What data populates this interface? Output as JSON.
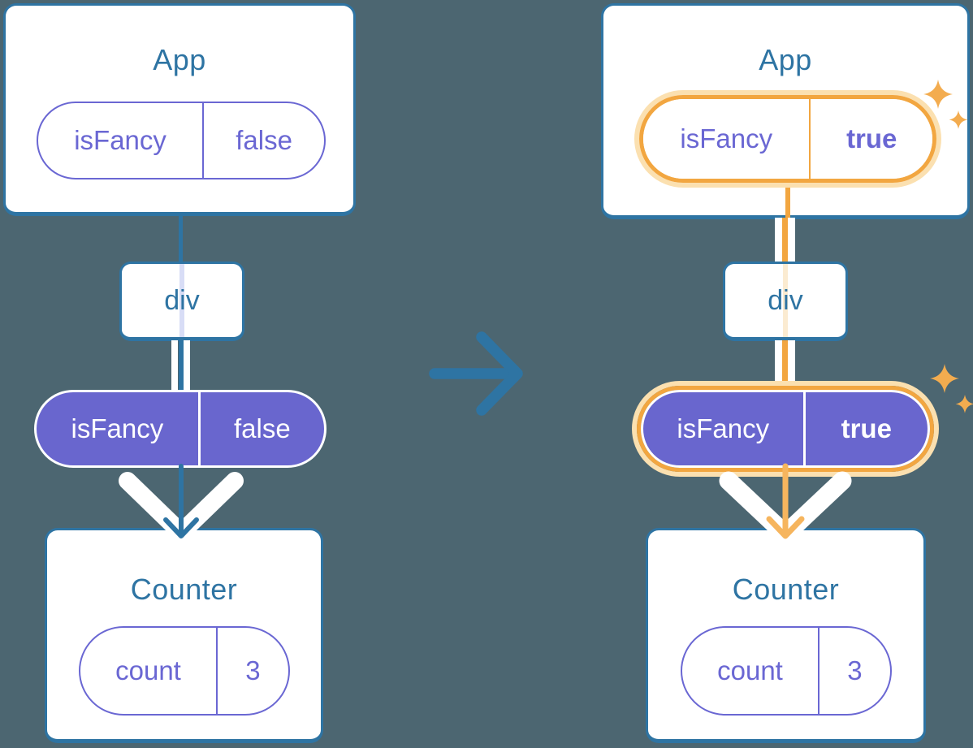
{
  "colors": {
    "bg": "#4C6671",
    "blue": "#2E74A3",
    "purple": "#6966CE",
    "purple-text": "#6A67D3",
    "lavender": "#D8DDF6",
    "orange": "#F2A640",
    "orange-glow": "#FBE0B0",
    "orange-soft": "#FBEBD1",
    "orange-arrow": "#F6B55E",
    "sparkle": "#F3AC4F",
    "white": "#FFFFFF"
  },
  "left_tree": {
    "app": {
      "title": "App",
      "prop_name": "isFancy",
      "prop_value": "false"
    },
    "div_node": {
      "label": "div"
    },
    "passed_prop": {
      "prop_name": "isFancy",
      "prop_value": "false"
    },
    "counter": {
      "title": "Counter",
      "state_name": "count",
      "state_value": "3"
    }
  },
  "right_tree": {
    "app": {
      "title": "App",
      "prop_name": "isFancy",
      "prop_value": "true"
    },
    "div_node": {
      "label": "div"
    },
    "passed_prop": {
      "prop_name": "isFancy",
      "prop_value": "true"
    },
    "counter": {
      "title": "Counter",
      "state_name": "count",
      "state_value": "3"
    }
  }
}
